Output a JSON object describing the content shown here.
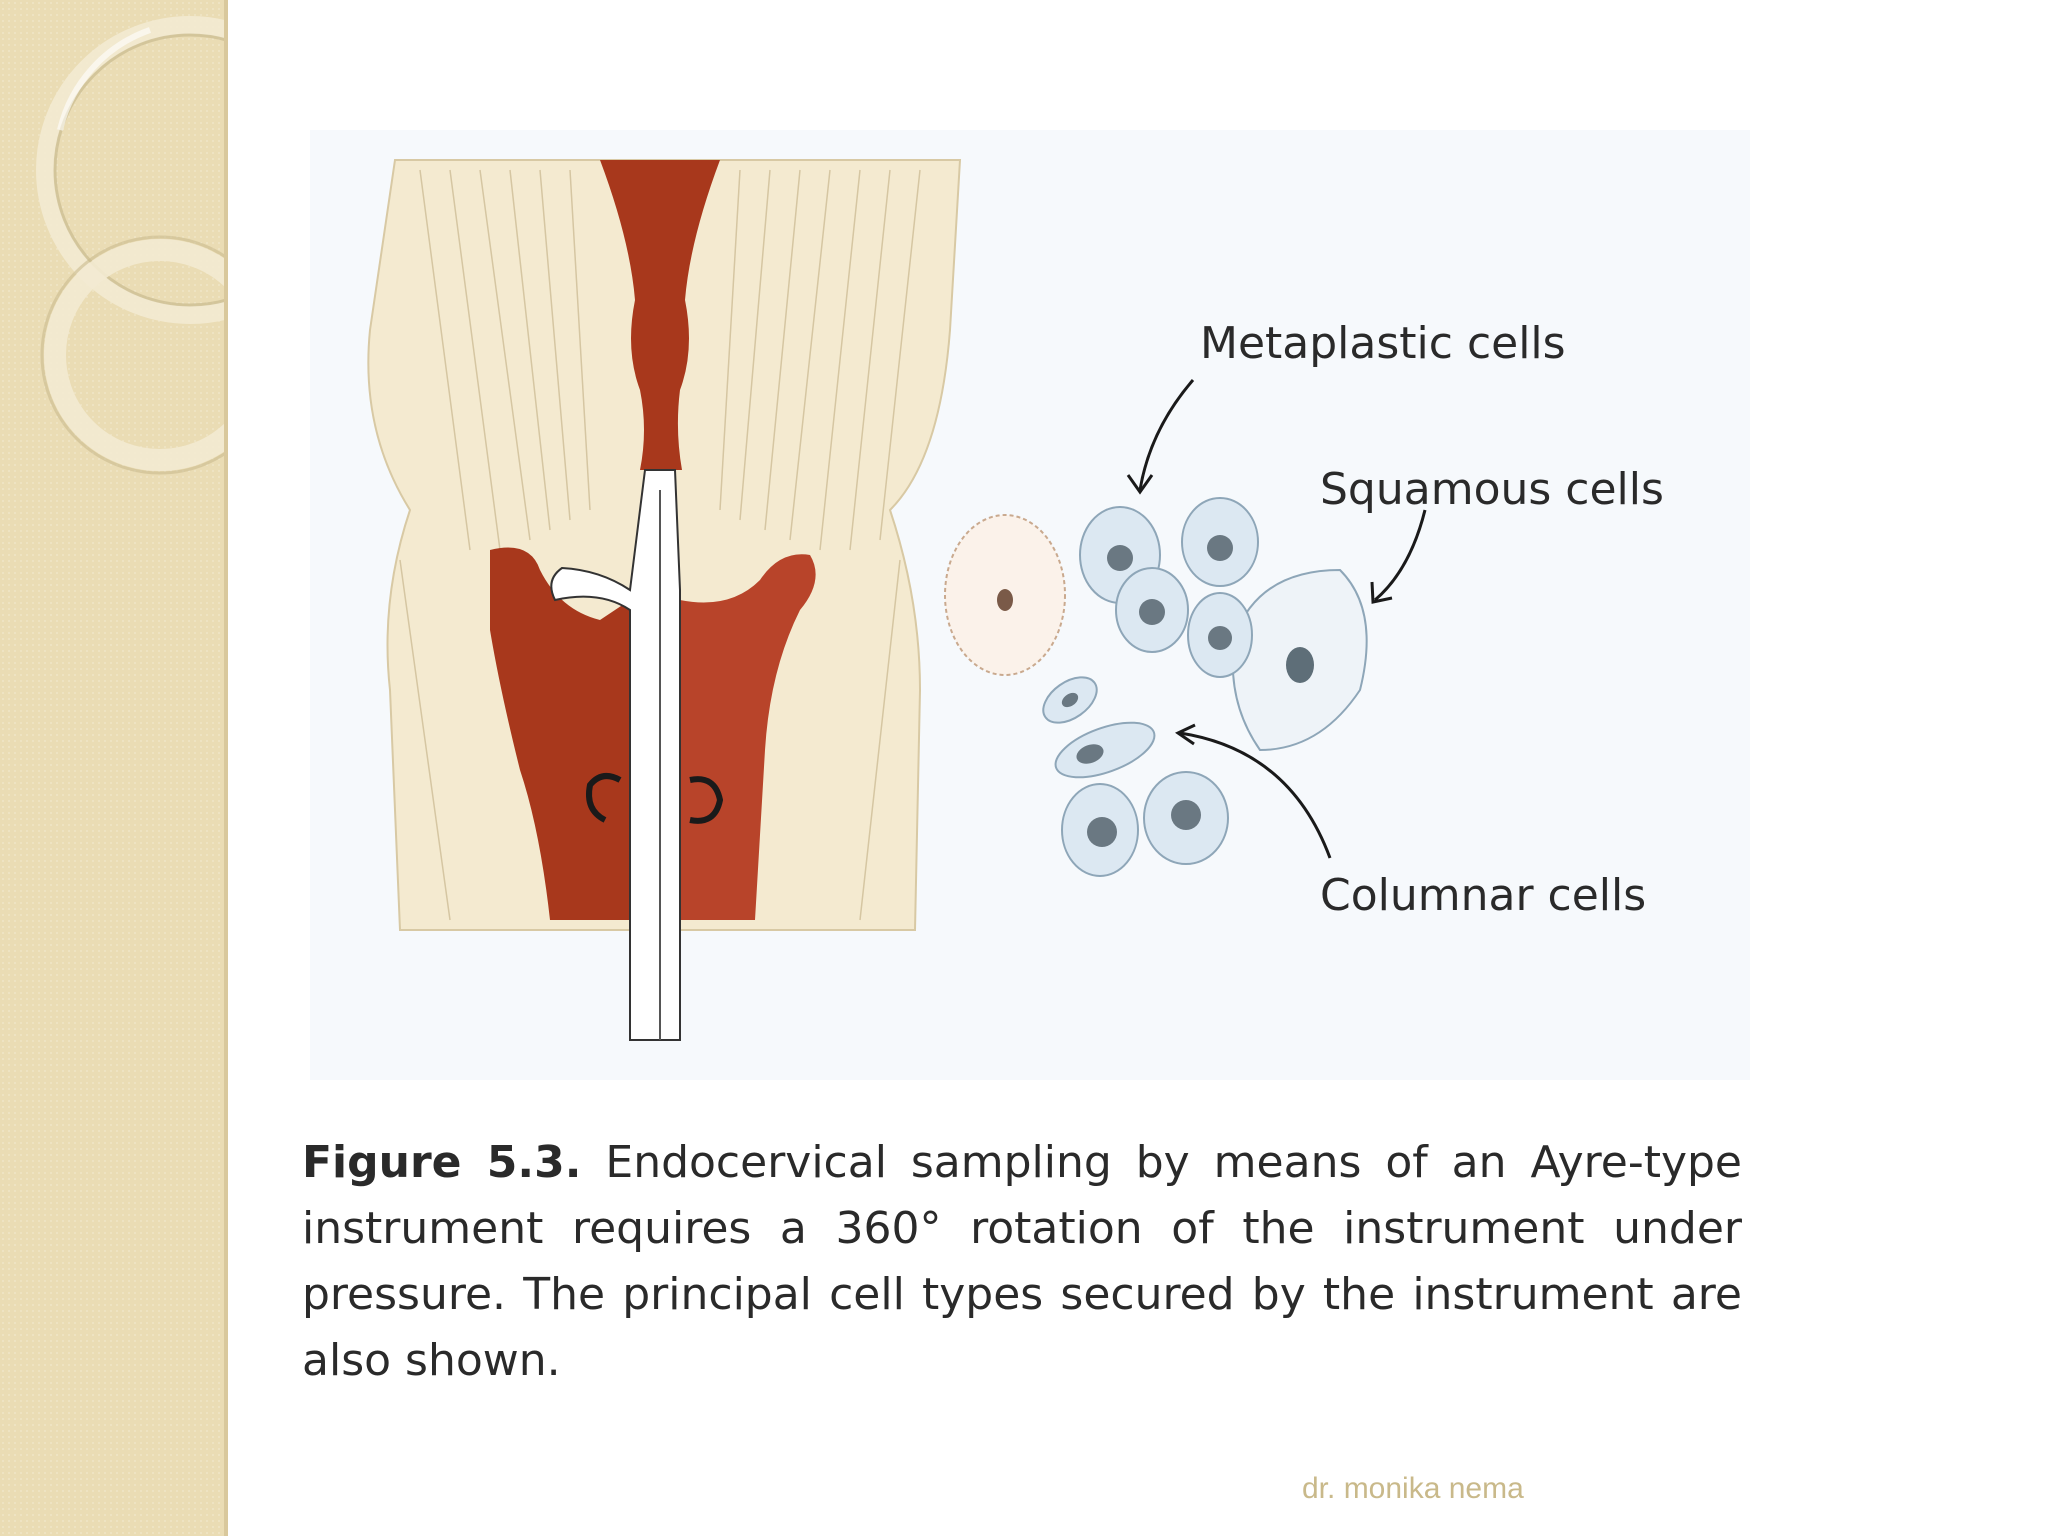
{
  "figure": {
    "labels": {
      "metaplastic": "Metaplastic cells",
      "squamous": "Squamous cells",
      "columnar": "Columnar cells"
    }
  },
  "caption": {
    "label": "Figure 5.3.",
    "text": "Endocervical sampling by means of an Ayre-type instrument requires a 360° rotation of the instrument under pressure. The principal cell types secured by the instrument are also shown."
  },
  "footer": {
    "author": "dr. monika nema"
  },
  "colors": {
    "sidebar": "#eadcb4",
    "tissue": "#f4ead0",
    "canal": "#a8381c",
    "cell": "#dce8f2",
    "footer_text": "#c9b98a"
  }
}
